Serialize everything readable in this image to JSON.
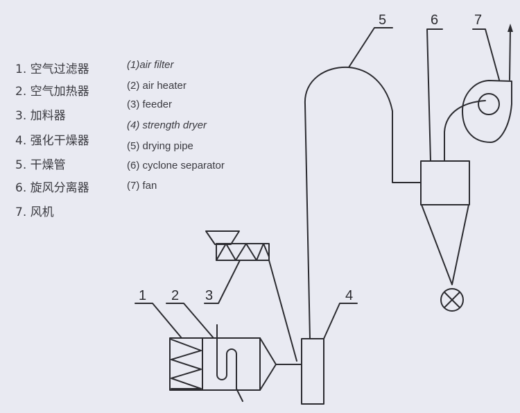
{
  "legend_zh": [
    "1. 空气过滤器",
    "2. 空气加热器",
    "3. 加料器",
    "4. 强化干燥器",
    "5. 干燥管",
    "6. 旋风分离器",
    "7. 风机"
  ],
  "legend_en": [
    "(1)air filter",
    "(2) air heater",
    "(3) feeder",
    "(4) strength dryer",
    "(5) drying pipe",
    "(6) cyclone separator",
    "(7) fan"
  ],
  "callouts": [
    "1",
    "2",
    "3",
    "4",
    "5",
    "6",
    "7"
  ],
  "colors": {
    "background": "#e9eaf2",
    "line": "#2b2b30",
    "text": "#3a3a40"
  }
}
